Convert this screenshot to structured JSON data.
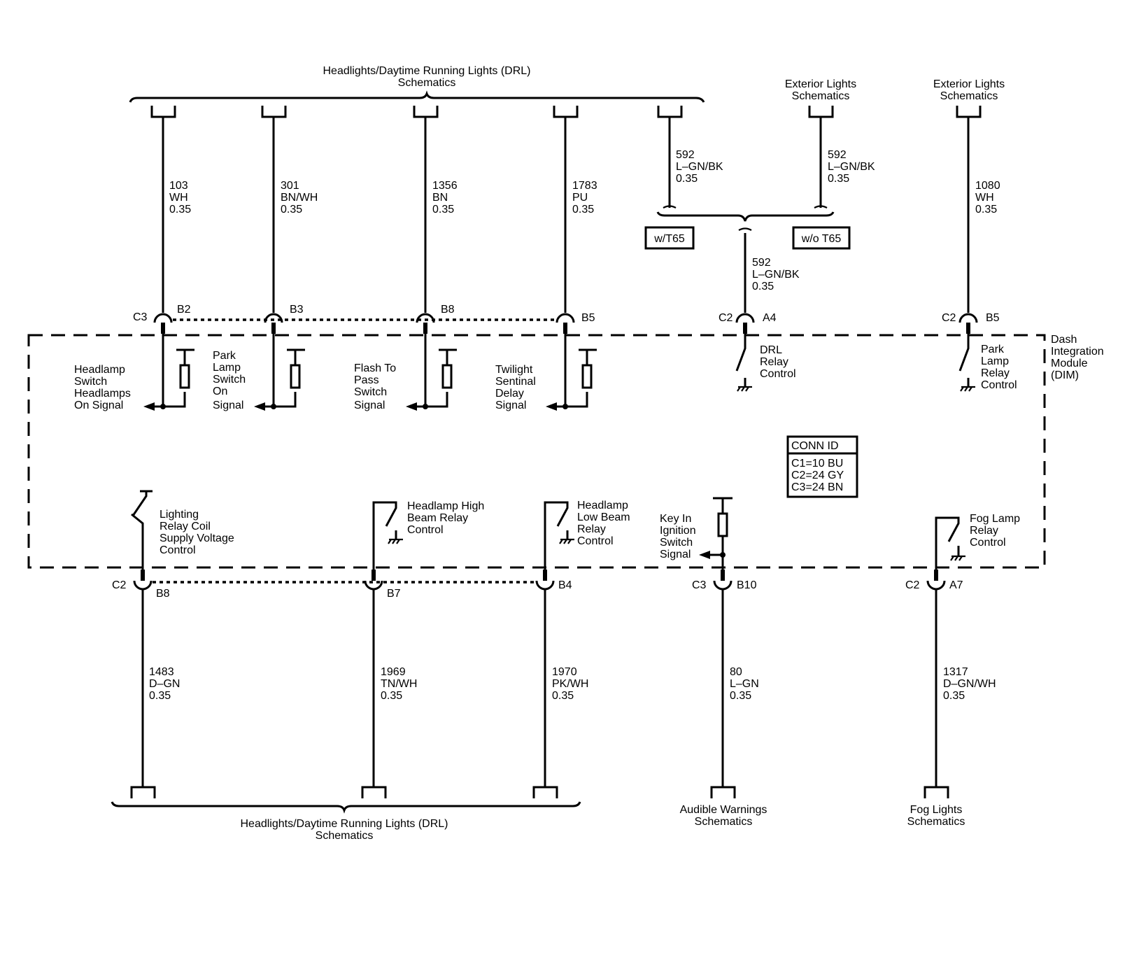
{
  "module": {
    "name": [
      "Dash",
      "Integration",
      "Module",
      "(DIM)"
    ]
  },
  "conn_id": {
    "title": "CONN ID",
    "rows": [
      "C1=10 BU",
      "C2=24 GY",
      "C3=24 BN"
    ]
  },
  "options": {
    "with": "w/T65",
    "without": "w/o T65"
  },
  "destinations": {
    "headlights_top": [
      "Headlights/Daytime Running Lights (DRL)",
      "Schematics"
    ],
    "exterior_a": [
      "Exterior Lights",
      "Schematics"
    ],
    "exterior_b": [
      "Exterior Lights",
      "Schematics"
    ],
    "headlights_bottom": [
      "Headlights/Daytime Running Lights (DRL)",
      "Schematics"
    ],
    "audible": [
      "Audible Warnings",
      "Schematics"
    ],
    "fog": [
      "Fog Lights",
      "Schematics"
    ]
  },
  "wires": {
    "w103": [
      "103",
      "WH",
      "0.35"
    ],
    "w301": [
      "301",
      "BN/WH",
      "0.35"
    ],
    "w1356": [
      "1356",
      "BN",
      "0.35"
    ],
    "w1783": [
      "1783",
      "PU",
      "0.35"
    ],
    "w592a": [
      "592",
      "L–GN/BK",
      "0.35"
    ],
    "w592b": [
      "592",
      "L–GN/BK",
      "0.35"
    ],
    "w592c": [
      "592",
      "L–GN/BK",
      "0.35"
    ],
    "w1080": [
      "1080",
      "WH",
      "0.35"
    ],
    "w1483": [
      "1483",
      "D–GN",
      "0.35"
    ],
    "w1969": [
      "1969",
      "TN/WH",
      "0.35"
    ],
    "w1970": [
      "1970",
      "PK/WH",
      "0.35"
    ],
    "w80": [
      "80",
      "L–GN",
      "0.35"
    ],
    "w1317": [
      "1317",
      "D–GN/WH",
      "0.35"
    ]
  },
  "pins": {
    "c3_top": "C3",
    "b2": "B2",
    "b3": "B3",
    "b8_top": "B8",
    "b5_top": "B5",
    "c2_a4": "C2",
    "a4": "A4",
    "c2_b5": "C2",
    "b5_right": "B5",
    "c2_b8": "C2",
    "b8_bottom": "B8",
    "b7": "B7",
    "b4": "B4",
    "c3_b10": "C3",
    "b10": "B10",
    "c2_a7": "C2",
    "a7": "A7"
  },
  "functions": {
    "headlamp_switch": [
      "Headlamp",
      "Switch",
      "Headlamps",
      "On Signal"
    ],
    "park_lamp_switch": [
      "Park",
      "Lamp",
      "Switch",
      "On",
      "Signal"
    ],
    "flash_to_pass": [
      "Flash To",
      "Pass",
      "Switch",
      "Signal"
    ],
    "twilight": [
      "Twilight",
      "Sentinal",
      "Delay",
      "Signal"
    ],
    "drl_relay": [
      "DRL",
      "Relay",
      "Control"
    ],
    "park_lamp_relay": [
      "Park",
      "Lamp",
      "Relay",
      "Control"
    ],
    "lighting_relay": [
      "Lighting",
      "Relay Coil",
      "Supply Voltage",
      "Control"
    ],
    "high_beam": [
      "Headlamp High",
      "Beam Relay",
      "Control"
    ],
    "low_beam": [
      "Headlamp",
      "Low Beam",
      "Relay",
      "Control"
    ],
    "key_in": [
      "Key In",
      "Ignition",
      "Switch",
      "Signal"
    ],
    "fog_relay": [
      "Fog Lamp",
      "Relay",
      "Control"
    ]
  }
}
